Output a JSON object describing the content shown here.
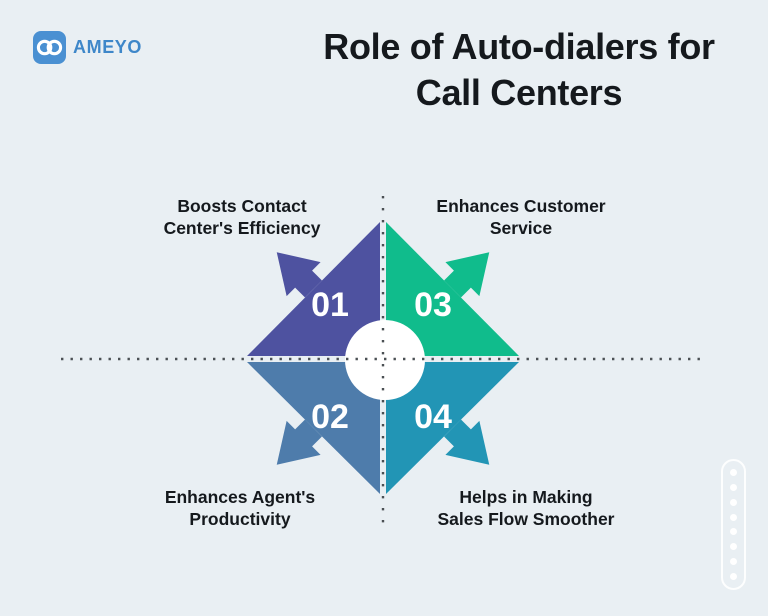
{
  "canvas": {
    "background": "#e9eff3"
  },
  "logo": {
    "brand": "AMEYO",
    "icon": "infinity",
    "badge_color": "#4a90d2",
    "text_color": "#3e87c9"
  },
  "title": {
    "line1": "Role of Auto-dialers for",
    "line2": "Call Centers",
    "color": "#15191d"
  },
  "quadrants": [
    {
      "number": "01",
      "position": "top-left",
      "color": "#4e52a0",
      "label_line1": "Boosts Contact",
      "label_line2": "Center's Efficiency"
    },
    {
      "number": "02",
      "position": "bottom-left",
      "color": "#4e7cab",
      "label_line1": "Enhances Agent's",
      "label_line2": "Productivity"
    },
    {
      "number": "03",
      "position": "top-right",
      "color": "#10bc8c",
      "label_line1": "Enhances Customer",
      "label_line2": "Service"
    },
    {
      "number": "04",
      "position": "bottom-right",
      "color": "#2295b5",
      "label_line1": "Helps in Making",
      "label_line2": "Sales Flow Smoother"
    }
  ],
  "decor": {
    "center_circle_color": "#ffffff",
    "dotted_line_color": "#4b5054",
    "pill_dot_color": "#ffffff",
    "pill_dot_count": 8
  }
}
